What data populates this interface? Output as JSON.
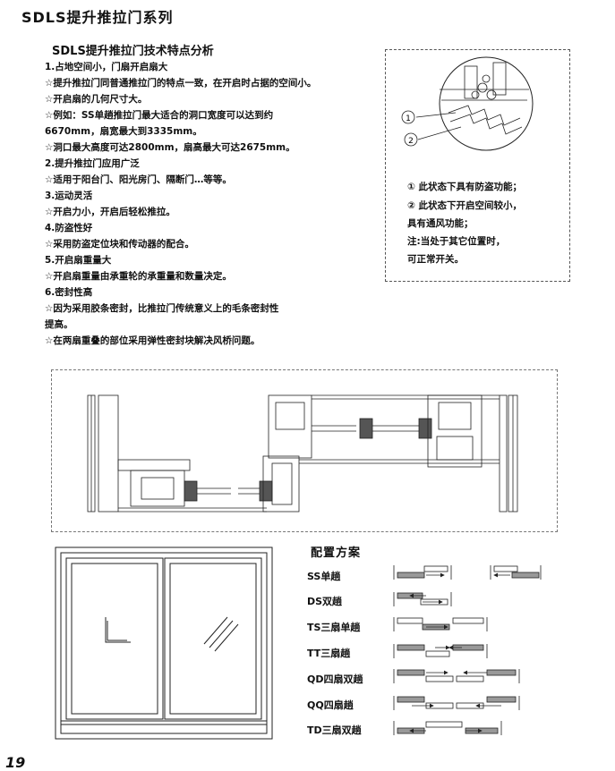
{
  "page_title": "SDLS提升推拉门系列",
  "section_title": "SDLS提升推拉门技术特点分析",
  "features": [
    "1.占地空间小，门扇开启扇大",
    "☆提升推拉门同普通推拉门的特点一致，在开启时占据的空间小。",
    "☆开启扇的几何尺寸大。",
    "☆例如：SS单趟推拉门最大适合的洞口宽度可以达到约",
    "  6670mm，扇宽最大到3335mm。",
    "☆洞口最大高度可达2800mm，扇高最大可达2675mm。",
    "2.提升推拉门应用广泛",
    "☆适用于阳台门、阳光房门、隔断门…等等。",
    "3.运动灵活",
    "☆开启力小，开启后轻松推拉。",
    "4.防盗性好",
    "☆采用防盗定位块和传动器的配合。",
    "5.开启扇重量大",
    "☆开启扇重量由承重轮的承重量和数量决定。",
    "6.密封性高",
    "☆因为采用胶条密封，比推拉门传统意义上的毛条密封性",
    "  提高。",
    "☆在两扇重叠的部位采用弹性密封块解决风桥问题。"
  ],
  "detail": {
    "callout_1": "1",
    "callout_2": "2",
    "notes": [
      "① 此状态下具有防盗功能；",
      "② 此状态下开启空间较小，",
      "   具有通风功能；",
      "注:当处于其它位置时，",
      "   可正常开关。"
    ]
  },
  "config": {
    "title": "配置方案",
    "items": [
      "SS单趟",
      "DS双趟",
      "TS三扇单趟",
      "TT三扇趟",
      "QD四扇双趟",
      "QQ四扇趟",
      "TD三扇双趟"
    ]
  },
  "page_number": "19",
  "colors": {
    "line": "#222222",
    "panel_fill": "#9a9a9a",
    "glass": "#555555"
  }
}
